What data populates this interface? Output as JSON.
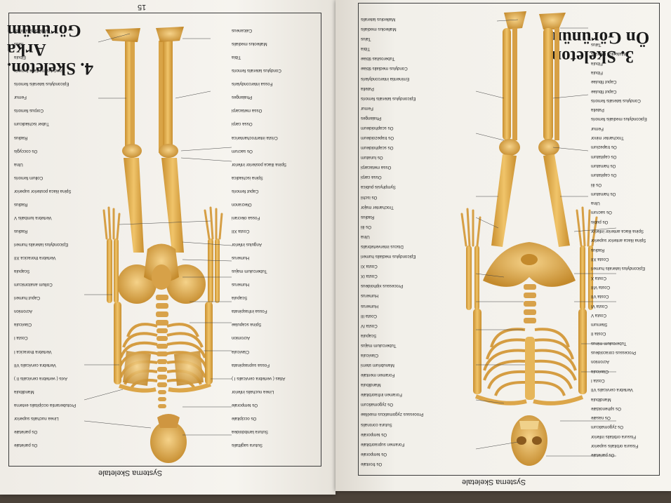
{
  "left_page": {
    "page_number": "15",
    "title_line1": "4. Skeleton.",
    "title_line2": "Arka Görünüm",
    "footer": "Systema Skeletale",
    "labels": [
      "Malleolus lateralis",
      "Calcaneus",
      "Talus",
      "Malleolus medialis",
      "Fibula",
      "Tibia",
      "Condylus medialis femoris",
      "Condylus lateralis femoris",
      "Epicondylus lateralis femoris",
      "Fossa intercondylaris",
      "Femur",
      "Phalanges",
      "Corpus femoris",
      "Ossa metacarpi",
      "Tuber ischiadicum",
      "Ossa carpi",
      "Radius",
      "Crista intertrochanterica",
      "Os coccygis",
      "Os sacrum",
      "Ulna",
      "Spina iliaca posterior inferior",
      "Collum femoris",
      "Spina ischiadica",
      "Spina iliaca posterior superior",
      "Caput femoris",
      "Radius",
      "Olecranon",
      "Vertebra lumbalis V",
      "Fossa olecrani",
      "Radius",
      "Costa XII",
      "Epicondylus lateralis humeri",
      "Angulus inferior",
      "Vertebra thoracica XII",
      "Humerus",
      "Scapula",
      "Tuberculum majus",
      "Collum anatomicum",
      "Humerus",
      "Caput humeri",
      "Scapula",
      "Acromion",
      "Fossa infraspinata",
      "Clavicula",
      "Spina scapulae",
      "Costa I",
      "Acromion",
      "Vertebra thoracica I",
      "Clavicula",
      "Vertebra cervicalis VII",
      "Fossa supraspinata",
      "Axis ( vertebra cervicalis II )",
      "Atlas ( vertebra cervicalis I )",
      "Mandibula",
      "Linea nuchalis inferior",
      "Protuberantia occipitalis externa",
      "Os temporale",
      "Linea nuchalis superior",
      "Os occipitale",
      "Os parietale",
      "Sutura lambdoidea",
      "Os parietale",
      "Sutura sagittalis"
    ]
  },
  "right_page": {
    "title_line1": "3. Skeleton.",
    "title_line2": "Ön Görünüm",
    "footer": "Systema Skeletale",
    "labels": [
      "Malleolus lateralis",
      "Talus",
      "Malleolus medialis",
      "Malleolus lateralis",
      "Talus",
      "Fibula",
      "Tibia",
      "Fibula",
      "Tuberositas tibiae",
      "Caput fibulae",
      "Condylus medialis tibiae",
      "Caput fibulae",
      "Eminentia intercondylaris",
      "Condylus lateralis femoris",
      "Patella",
      "Patella",
      "Epicondylus lateralis femoris",
      "Epicondylus medialis femoris",
      "Femur",
      "Femur",
      "Phalanges",
      "Trochanter minor",
      "Os scaphoideum",
      "Os trapezium",
      "Os trapezoideum",
      "Os capitatum",
      "Os scaphoideum",
      "Os hamatum",
      "Os lunatum",
      "Os capitatum",
      "Ossa metacarpi",
      "Os ilii",
      "Ossa carpi",
      "Os hamatum",
      "Symphysis pubica",
      "Ulna",
      "Os ischii",
      "Os sacrum",
      "Trochanter major",
      "Os pubis",
      "Radius",
      "Spina iliaca anterior inferior",
      "Os ilii",
      "Spina iliaca anterior superior",
      "Ulna",
      "Radius",
      "Discus intervertebralis",
      "Costa XII",
      "Epicondylus medialis humeri",
      "Epicondylus lateralis humeri",
      "Costa XI",
      "Costa X",
      "Costa IX",
      "Costa VIII",
      "Processus xiphoideus",
      "Costa VII",
      "Humerus",
      "Costa VI",
      "Humerus",
      "Costa V",
      "Costa III",
      "Sternum",
      "Costa IV",
      "Costa II",
      "Scapula",
      "Tuberculum minus",
      "Tuberculum majus",
      "Processus coracoideus",
      "Clavicula",
      "Acromion",
      "Manubrium sterni",
      "Clavicula",
      "Foramen mentale",
      "Costa I",
      "Mandibula",
      "Vertebra cervicalis VII",
      "Foramen infraorbitale",
      "Mandibula",
      "Os zygomaticum",
      "Os sphenoidale",
      "Processus zygomaticus maxillae",
      "Os nasale",
      "Sutura coronalis",
      "Os zygomaticum",
      "Os temporale",
      "Fissura orbitalis inferior",
      "Foramen supraorbitale",
      "Fissura orbitalis superior",
      "Os temporale",
      "Os parietale",
      "Os frontale"
    ]
  },
  "colors": {
    "bone": "#e3b04a",
    "bone_dark": "#b9822a",
    "paper": "#f3f1ec",
    "ink": "#1e1e1e"
  }
}
